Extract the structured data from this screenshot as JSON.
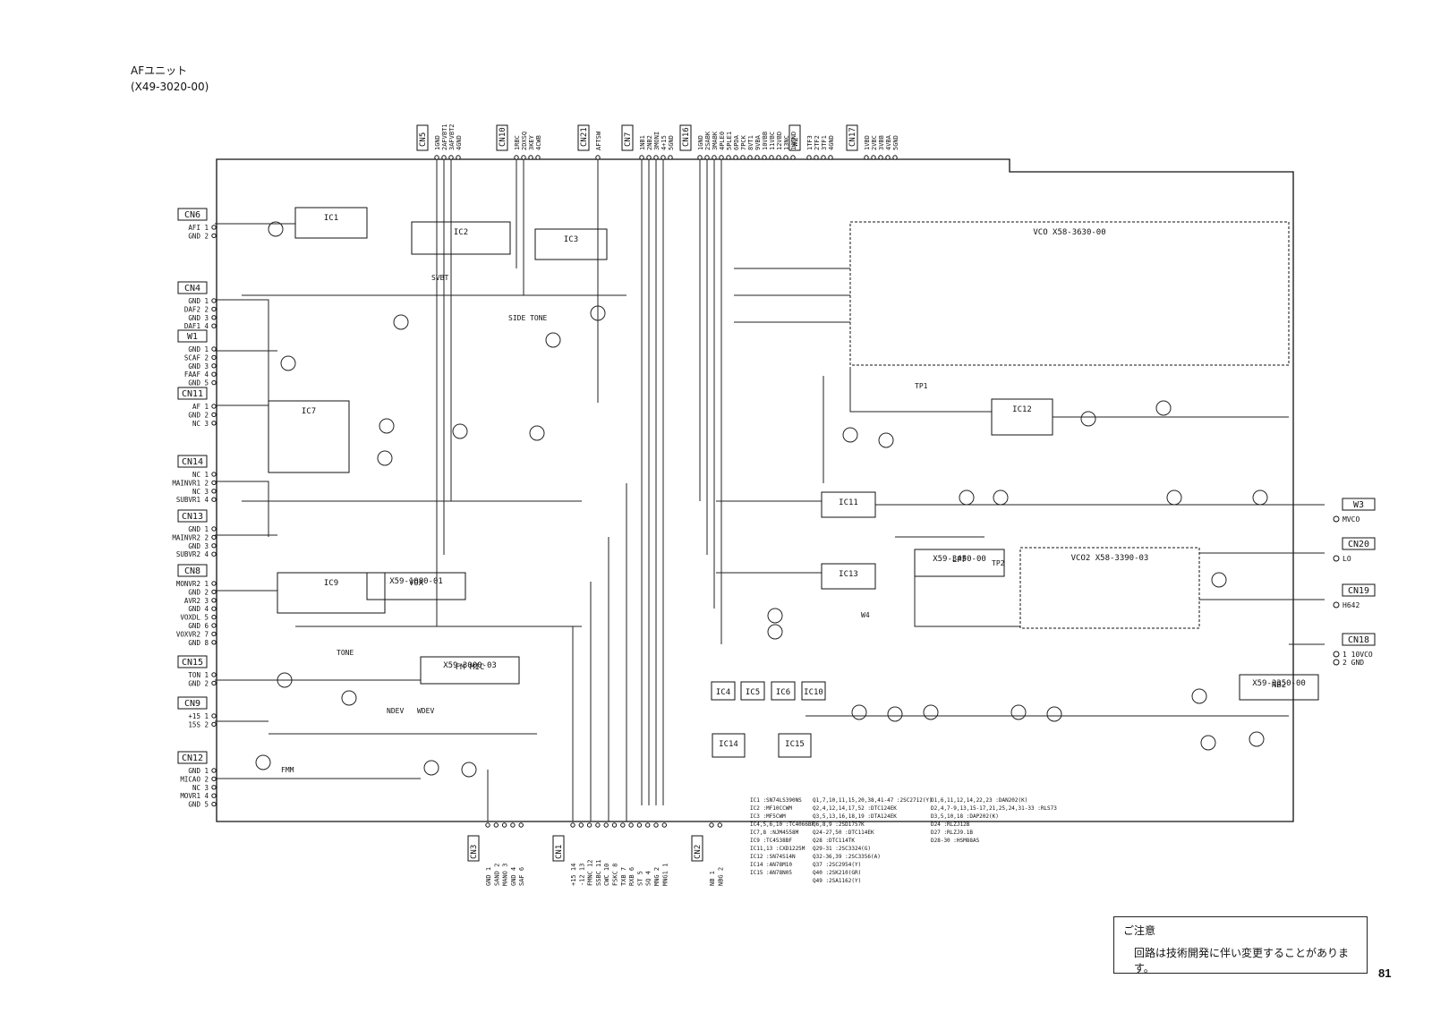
{
  "header": {
    "title": "AFユニット",
    "subtitle": "(X49-3020-00)"
  },
  "left_connectors": [
    {
      "id": "CN6",
      "pins": [
        "AFI 1",
        "GND 2"
      ]
    },
    {
      "id": "CN4",
      "pins": [
        "GND 1",
        "DAF2 2",
        "GND 3",
        "DAF1 4"
      ]
    },
    {
      "id": "W1",
      "pins": [
        "GND 1",
        "SCAF 2",
        "GND 3",
        "FAAF 4",
        "GND 5"
      ]
    },
    {
      "id": "CN11",
      "pins": [
        "AF 1",
        "GND 2",
        "NC 3"
      ]
    },
    {
      "id": "CN14",
      "pins": [
        "NC 1",
        "MAINVR1 2",
        "NC 3",
        "SUBVR1 4"
      ]
    },
    {
      "id": "CN13",
      "pins": [
        "GND 1",
        "MAINVR2 2",
        "GND 3",
        "SUBVR2 4"
      ]
    },
    {
      "id": "CN8",
      "pins": [
        "MONVR2 1",
        "GND 2",
        "AVR2 3",
        "GND 4",
        "VOXDL 5",
        "GND 6",
        "VOXVR2 7",
        "GND 8"
      ]
    },
    {
      "id": "CN15",
      "pins": [
        "TON 1",
        "GND 2"
      ]
    },
    {
      "id": "CN9",
      "pins": [
        "+15 1",
        "15S 2"
      ]
    },
    {
      "id": "CN12",
      "pins": [
        "GND 1",
        "MICAO 2",
        "NC 3",
        "MOVR1 4",
        "GND 5"
      ]
    }
  ],
  "top_connectors": [
    {
      "id": "CN5",
      "pins": [
        "1GND",
        "2AFVBT1",
        "3AFVBT2",
        "4GND"
      ]
    },
    {
      "id": "CN10",
      "pins": [
        "1RBC",
        "2DXSQ",
        "3KEY",
        "4CWB"
      ]
    },
    {
      "id": "CN21",
      "pins": [
        "AFTSW"
      ]
    },
    {
      "id": "CN7",
      "pins": [
        "1NB1",
        "2NB2",
        "3MONI",
        "4+15",
        "5GND"
      ]
    },
    {
      "id": "CN16",
      "pins": [
        "1GND",
        "2SABK",
        "3MABK",
        "4PLE0",
        "5PLE1",
        "6PDA",
        "7PCK",
        "8VT1",
        "9VBA",
        "10VBB",
        "11VBC",
        "12VBD",
        "13NC",
        "14GND"
      ]
    },
    {
      "id": "W2",
      "pins": [
        "1TF3",
        "2TF2",
        "3TF1",
        "4GND"
      ]
    },
    {
      "id": "CN17",
      "pins": [
        "1VBD",
        "2VBC",
        "3VBB",
        "4VBA",
        "5GND"
      ]
    }
  ],
  "bottom_connectors": [
    {
      "id": "CN3",
      "pins": [
        "GND 1",
        "SAND 2",
        "MANO 3",
        "GND 4",
        "SAF 6"
      ]
    },
    {
      "id": "CN1",
      "pins": [
        "+15 14",
        "-12 13",
        "FMNC 12",
        "SSBC 11",
        "CWC 10",
        "FSKC 8",
        "TXB 7",
        "RXB 6",
        "ST 5",
        "SQ 4",
        "MNG 2",
        "MNG1 1"
      ]
    },
    {
      "id": "CN2",
      "pins": [
        "NB 1",
        "NBG 2"
      ]
    }
  ],
  "right_connectors": [
    {
      "id": "W3",
      "pins": [
        "MVCO"
      ]
    },
    {
      "id": "CN20",
      "pins": [
        "LO"
      ]
    },
    {
      "id": "CN19",
      "pins": [
        "H642"
      ]
    },
    {
      "id": "CN18",
      "pins": [
        "1 10VCO",
        "2 GND"
      ]
    }
  ],
  "ic_blocks": [
    {
      "label": "IC1"
    },
    {
      "label": "IC2"
    },
    {
      "label": "IC3"
    },
    {
      "label": "IC7"
    },
    {
      "label": "IC9"
    },
    {
      "label": "VOX"
    },
    {
      "label": "X59-1080-01"
    },
    {
      "label": "FM MIC"
    },
    {
      "label": "X59-3000-03"
    },
    {
      "label": "VCO  X58-3630-00"
    },
    {
      "label": "IC12"
    },
    {
      "label": "IC11"
    },
    {
      "label": "IC13"
    },
    {
      "label": "LPF"
    },
    {
      "label": "X59-3450-00"
    },
    {
      "label": "VCO2  X58-3390-03"
    },
    {
      "label": "NB2"
    },
    {
      "label": "X59-3350-00"
    },
    {
      "label": "IC4"
    },
    {
      "label": "IC5"
    },
    {
      "label": "IC6"
    },
    {
      "label": "IC10"
    },
    {
      "label": "IC14"
    },
    {
      "label": "IC15"
    }
  ],
  "component_legend": {
    "ics": [
      "IC1 :SN74LS390NS",
      "IC2 :MF10CCWM",
      "IC3 :MF5CWM",
      "IC4,5,6,10 :TC4066BF",
      "IC7,8 :NJM4558M",
      "IC9 :TC4538BF",
      "IC11,13 :CXD1225M",
      "IC12 :SN74S14N",
      "IC14 :AN78M10",
      "IC15 :AN78N05"
    ],
    "transistors": [
      "Q1,7,10,11,15,20,38,41-47 :2SC2712(Y)",
      "Q2,4,12,14,17,52 :DTC124EK",
      "Q3,5,13,16,18,19 :DTA124EK",
      "Q6,8,9 :2SD1757K",
      "Q24-27,50 :DTC114EK",
      "Q28 :DTC114TK",
      "Q29-31 :2SC3324(G)",
      "Q32-36,39 :2SC3356(A)",
      "Q37 :2SC2954(Y)",
      "Q40 :2SK210(GR)",
      "Q49 :2SA1162(Y)"
    ],
    "diodes": [
      "D1,6,11,12,14,22,23 :DAN202(K)",
      "D2,4,7-9,13,15-17,21,25,24,31-33 :RLS73",
      "D3,5,10,18 :DAP202(K)",
      "D24 :RLZJ12B",
      "D27 :RLZJ9.1B",
      "D28-30 :HSM88AS"
    ]
  },
  "annotations": [
    "TP1",
    "TP2",
    "W4",
    "FMM",
    "TONE",
    "WDEV",
    "NDEV",
    "SIDE TONE",
    "SVBT"
  ],
  "notice": {
    "heading": "ご注意",
    "body": "回路は技術開発に伴い変更することがあります。"
  },
  "page_number": "81"
}
